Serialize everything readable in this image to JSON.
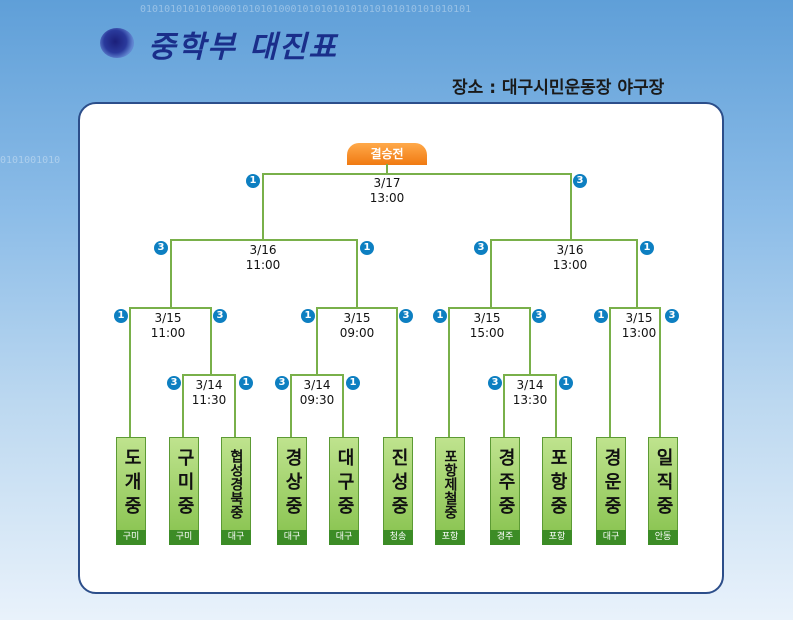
{
  "header": {
    "title": "중학부 대진표",
    "venue": "장소 : 대구시민운동장 야구장",
    "binary_top": "0101010101010000101010100010101010101010101010101010101",
    "binary_left": "0101001010"
  },
  "final_label": "결승전",
  "matches": {
    "final": {
      "date": "3/17",
      "time": "13:00",
      "left_score": "1",
      "right_score": "3"
    },
    "semi_left": {
      "date": "3/16",
      "time": "11:00",
      "left_score": "3",
      "right_score": "1"
    },
    "semi_right": {
      "date": "3/16",
      "time": "13:00",
      "left_score": "3",
      "right_score": "1"
    },
    "qf1": {
      "date": "3/15",
      "time": "11:00",
      "left_score": "1",
      "right_score": "3"
    },
    "qf2": {
      "date": "3/15",
      "time": "09:00",
      "left_score": "1",
      "right_score": "3"
    },
    "qf3": {
      "date": "3/15",
      "time": "15:00",
      "left_score": "1",
      "right_score": "3"
    },
    "qf4": {
      "date": "3/15",
      "time": "13:00",
      "left_score": "1",
      "right_score": "3"
    },
    "r1a": {
      "date": "3/14",
      "time": "11:30",
      "left_score": "3",
      "right_score": "1"
    },
    "r1b": {
      "date": "3/14",
      "time": "09:30",
      "left_score": "3",
      "right_score": "1"
    },
    "r1c": {
      "date": "3/14",
      "time": "13:30",
      "left_score": "3",
      "right_score": "1"
    }
  },
  "teams": [
    {
      "name": "도개중",
      "city": "구미"
    },
    {
      "name": "구미중",
      "city": "구미"
    },
    {
      "name": "협성경북중",
      "city": "대구"
    },
    {
      "name": "경상중",
      "city": "대구"
    },
    {
      "name": "대구중",
      "city": "대구"
    },
    {
      "name": "진성중",
      "city": "청송"
    },
    {
      "name": "포항제철중",
      "city": "포항"
    },
    {
      "name": "경주중",
      "city": "경주"
    },
    {
      "name": "포항중",
      "city": "포항"
    },
    {
      "name": "경운중",
      "city": "대구"
    },
    {
      "name": "일직중",
      "city": "안동"
    }
  ],
  "colors": {
    "team_box": "#9fd06a",
    "city_label": "#3c8c26",
    "line": "#79b04a",
    "badge": "#0d7fc1",
    "final_tab": "#f58a1f",
    "title": "#1a2e8a"
  }
}
